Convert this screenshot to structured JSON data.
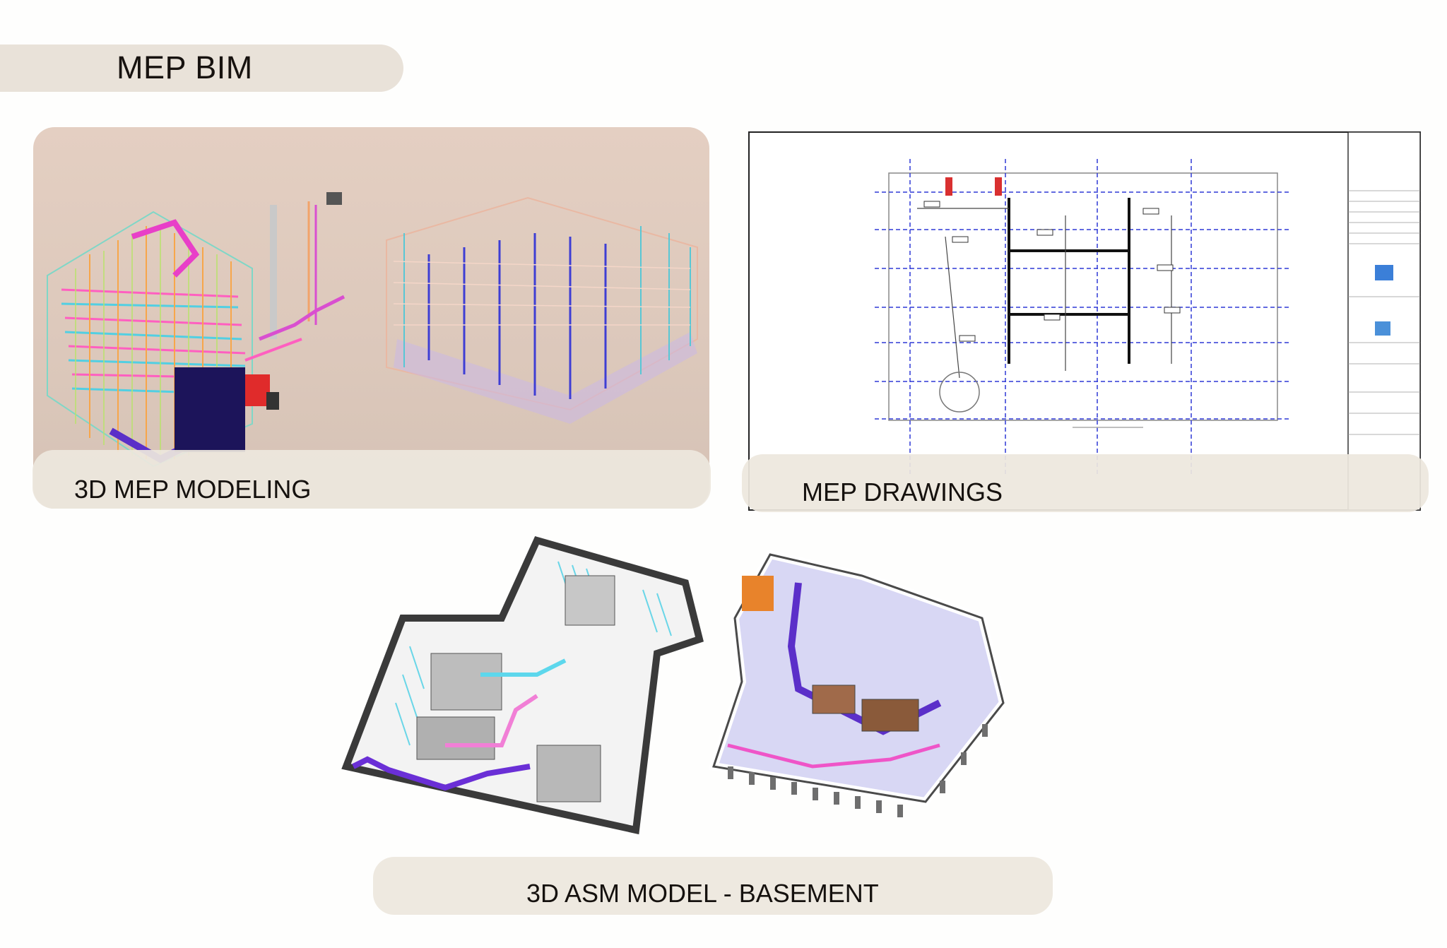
{
  "page": {
    "title": "MEP BIM"
  },
  "panels": {
    "modeling": {
      "caption": "3D MEP MODELING"
    },
    "drawings": {
      "caption": "MEP DRAWINGS"
    },
    "basement": {
      "caption": "3D ASM MODEL - BASEMENT"
    }
  },
  "colors": {
    "title_pill": "#e9e2d9",
    "caption_bar": "#ede7de",
    "modeling_bg": "#e0ccbf",
    "duct_purple": "#5b2fc9",
    "pipe_pink": "#ef55c8",
    "pipe_cyan": "#56d3e6",
    "grid_blue": "#2e39d6"
  }
}
